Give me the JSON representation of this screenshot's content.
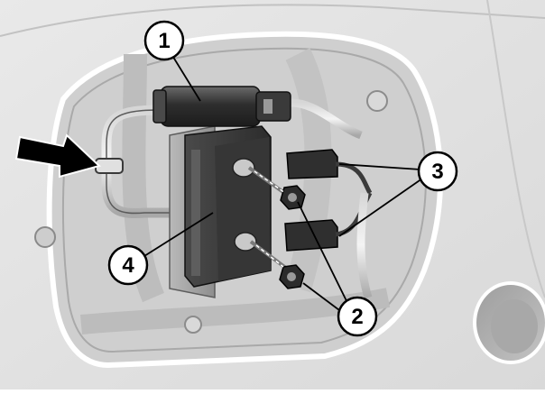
{
  "callouts": [
    {
      "number": "1"
    },
    {
      "number": "2"
    },
    {
      "number": "3"
    },
    {
      "number": "4"
    }
  ],
  "colors": {
    "background": "#f2f2f2",
    "callout_fill": "#ffffff",
    "callout_stroke": "#000000",
    "arrow": "#000000",
    "component_dark": "#3d3d3d"
  }
}
